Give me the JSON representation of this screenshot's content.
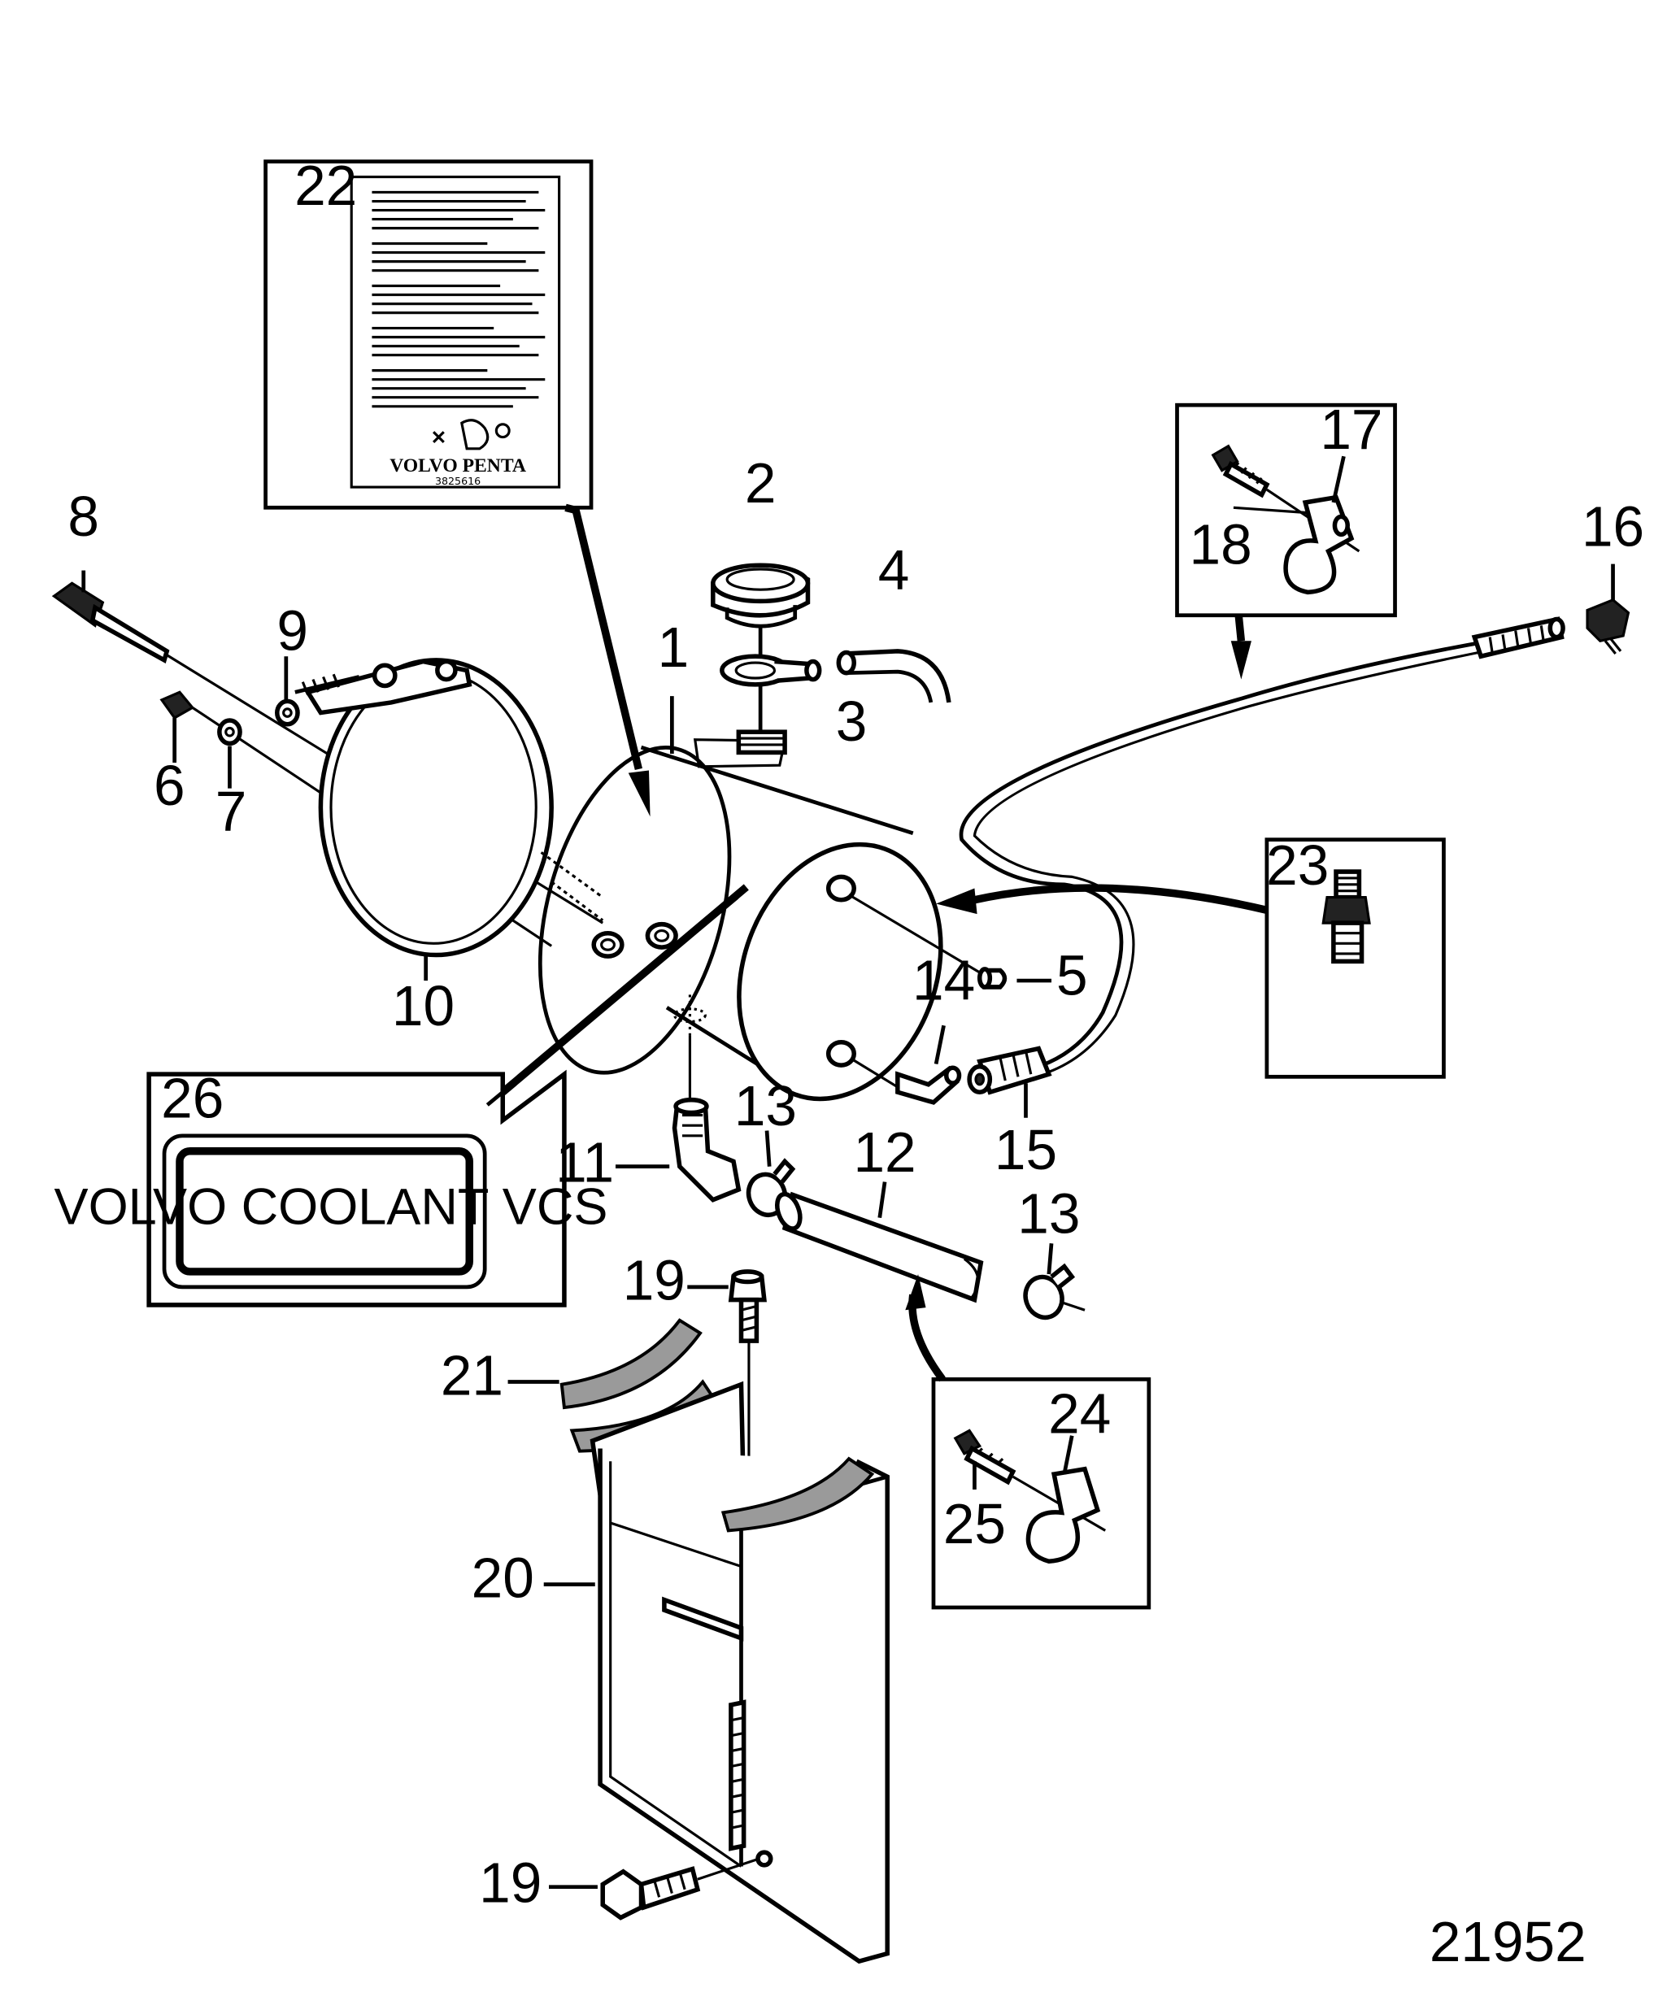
{
  "drawing_number": "21952",
  "coolant_decal_text": "VOLVO COOLANT VCS",
  "info_decal": {
    "brand": "VOLVO PENTA",
    "part_code": "3825616"
  },
  "callouts": {
    "c1": "1",
    "c2": "2",
    "c3": "3",
    "c4": "4",
    "c5": "5",
    "c6": "6",
    "c7": "7",
    "c8": "8",
    "c9": "9",
    "c10": "10",
    "c11": "11",
    "c12": "12",
    "c13a": "13",
    "c13b": "13",
    "c14": "14",
    "c15": "15",
    "c16": "16",
    "c17": "17",
    "c18": "18",
    "c19a": "19",
    "c19b": "19",
    "c20": "20",
    "c21": "21",
    "c22": "22",
    "c23": "23",
    "c24": "24",
    "c25": "25",
    "c26": "26"
  }
}
